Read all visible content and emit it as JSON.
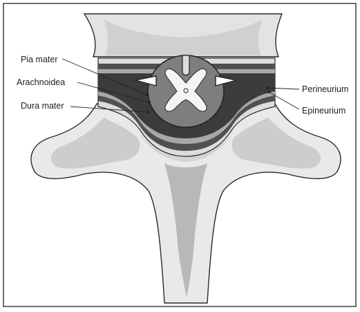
{
  "labels": {
    "pia_mater": "Pia mater",
    "arachnoidea": "Arachnoidea",
    "dura_mater": "Dura mater",
    "perineurium": "Perineurium",
    "epineurium": "Epineurium"
  },
  "colors": {
    "frame": "#1f1f1f",
    "bone_light": "#e9e9e9",
    "bone_medium": "#cfcfcf",
    "bone_dark": "#b4b4b4",
    "gray_matter": "#f4f4f4",
    "white_matter": "#7e7e7e",
    "meninges": "#3a3a3a",
    "background": "#ffffff"
  }
}
